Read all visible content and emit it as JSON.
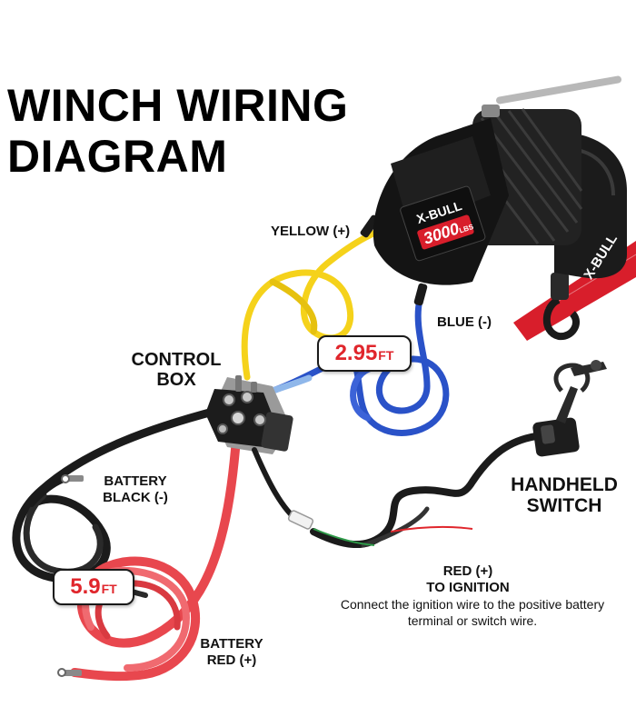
{
  "title": {
    "line1": "WINCH WIRING",
    "line2": "DIAGRAM"
  },
  "winch": {
    "brand": "X-BULL",
    "model": "3000",
    "unit": "LBS",
    "side_text": "X-BULL"
  },
  "labels": {
    "yellow": "YELLOW (+)",
    "blue": "BLUE (-)",
    "control_box_1": "CONTROL",
    "control_box_2": "BOX",
    "battery_black_1": "BATTERY",
    "battery_black_2": "BLACK (-)",
    "battery_red_1": "BATTERY",
    "battery_red_2": "RED (+)",
    "handheld_1": "HANDHELD",
    "handheld_2": "SWITCH",
    "red_ign_1": "RED (+)",
    "red_ign_2": "TO IGNITION"
  },
  "note": "Connect the ignition wire to the positive battery terminal or switch wire.",
  "badges": {
    "motor_cable": {
      "value": "2.95",
      "unit": "FT"
    },
    "battery_cable": {
      "value": "5.9",
      "unit": "FT"
    }
  },
  "colors": {
    "wire_yellow": "#f5d21b",
    "wire_blue": "#2a52c8",
    "wire_red": "#e8474e",
    "wire_black": "#1b1b1b",
    "strap_red": "#d81e2b",
    "accent_red": "#e0262c",
    "winch_body": "#151515"
  }
}
